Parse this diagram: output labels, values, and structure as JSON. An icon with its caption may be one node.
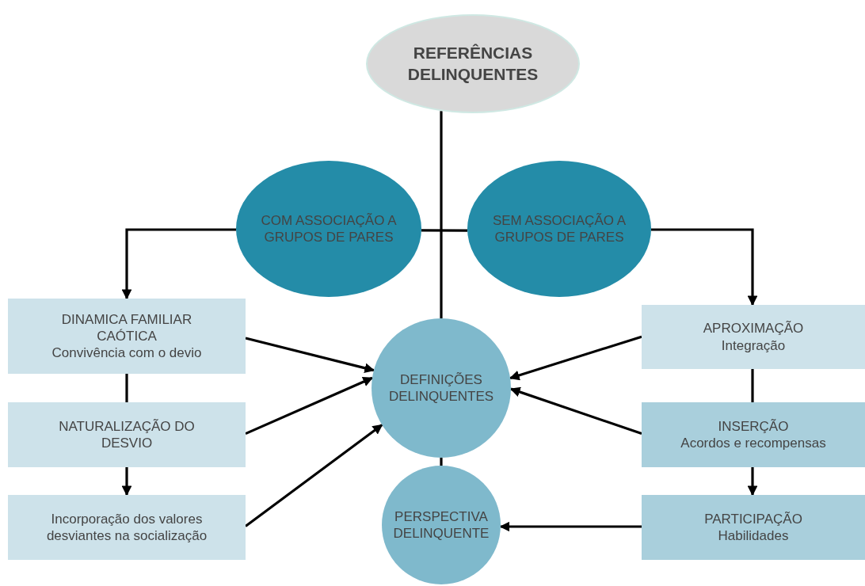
{
  "diagram": {
    "nodes": [
      {
        "text": [
          "REFERÊNCIAS DELINQUENTES"
        ]
      },
      {
        "text": [
          "COM ASSOCIAÇÃO A GRUPOS DE PARES"
        ]
      },
      {
        "text": [
          "SEM ASSOCIAÇÃO A GRUPOS DE PARES"
        ]
      },
      {
        "text": [
          "DINAMICA FAMILIAR CAÓTICA",
          "Convivência com o devio"
        ]
      },
      {
        "text": [
          "NATURALIZAÇÃO DO DESVIO"
        ]
      },
      {
        "text": [
          "Incorporação dos valores desviantes na socialização"
        ]
      },
      {
        "text": [
          "DEFINIÇÕES DELINQUENTES"
        ]
      },
      {
        "text": [
          "PERSPECTIVA DELINQUENTE"
        ]
      },
      {
        "text": [
          "APROXIMAÇÃO",
          "Integração"
        ]
      },
      {
        "text": [
          "INSERÇÃO",
          "Acordos e recompensas"
        ]
      },
      {
        "text": [
          "PARTICIPAÇÃO",
          "Habilidades"
        ]
      }
    ],
    "edges": [
      {
        "from": 0,
        "to": 6,
        "arrow": "none"
      },
      {
        "from": 1,
        "to": 2,
        "arrow": "none"
      },
      {
        "from": 1,
        "to": 3,
        "arrow": "to"
      },
      {
        "from": 2,
        "to": 8,
        "arrow": "to"
      },
      {
        "from": 3,
        "to": 4,
        "arrow": "none"
      },
      {
        "from": 4,
        "to": 5,
        "arrow": "to"
      },
      {
        "from": 8,
        "to": 9,
        "arrow": "none"
      },
      {
        "from": 9,
        "to": 10,
        "arrow": "to"
      },
      {
        "from": 3,
        "to": 6,
        "arrow": "to"
      },
      {
        "from": 4,
        "to": 6,
        "arrow": "to"
      },
      {
        "from": 5,
        "to": 6,
        "arrow": "to"
      },
      {
        "from": 8,
        "to": 6,
        "arrow": "to"
      },
      {
        "from": 9,
        "to": 6,
        "arrow": "to"
      },
      {
        "from": 10,
        "to": 7,
        "arrow": "to"
      },
      {
        "from": 6,
        "to": 7,
        "arrow": "none"
      }
    ]
  }
}
